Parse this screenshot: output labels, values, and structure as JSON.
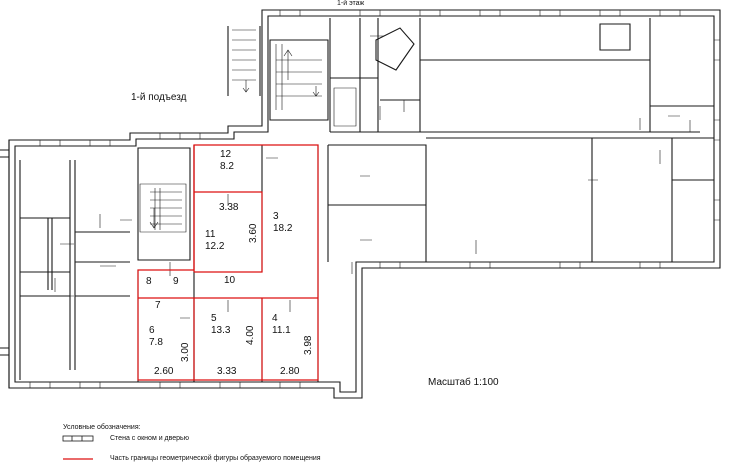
{
  "floor_title": "1-й этаж",
  "entrance_label": "1-й подъезд",
  "scale_label": "Масштаб 1:100",
  "rooms": [
    {
      "id": "room-12",
      "number": "12",
      "area": "8.2"
    },
    {
      "id": "room-11",
      "number": "11",
      "area": "12.2"
    },
    {
      "id": "room-3",
      "number": "3",
      "area": "18.2"
    },
    {
      "id": "room-8",
      "number": "8",
      "area": ""
    },
    {
      "id": "room-9",
      "number": "9",
      "area": ""
    },
    {
      "id": "room-10",
      "number": "10",
      "area": ""
    },
    {
      "id": "room-7",
      "number": "7",
      "area": ""
    },
    {
      "id": "room-6",
      "number": "6",
      "area": "7.8"
    },
    {
      "id": "room-5",
      "number": "5",
      "area": "13.3"
    },
    {
      "id": "room-4",
      "number": "4",
      "area": "11.1"
    }
  ],
  "dimensions": [
    "3.38",
    "3.60",
    "3.00",
    "4.00",
    "3.98",
    "2.60",
    "3.33",
    "2.80"
  ],
  "legend": {
    "title": "Условные обозначения:",
    "items": [
      {
        "symbol": "wall-window-door",
        "label": "Стена с окном и дверью"
      },
      {
        "symbol": "red-line",
        "label": "Часть границы геометрической фигуры образуемого помещения"
      }
    ]
  },
  "colors": {
    "walls": "#1a1a1a",
    "boundary": "#dd1111",
    "background": "#ffffff"
  }
}
